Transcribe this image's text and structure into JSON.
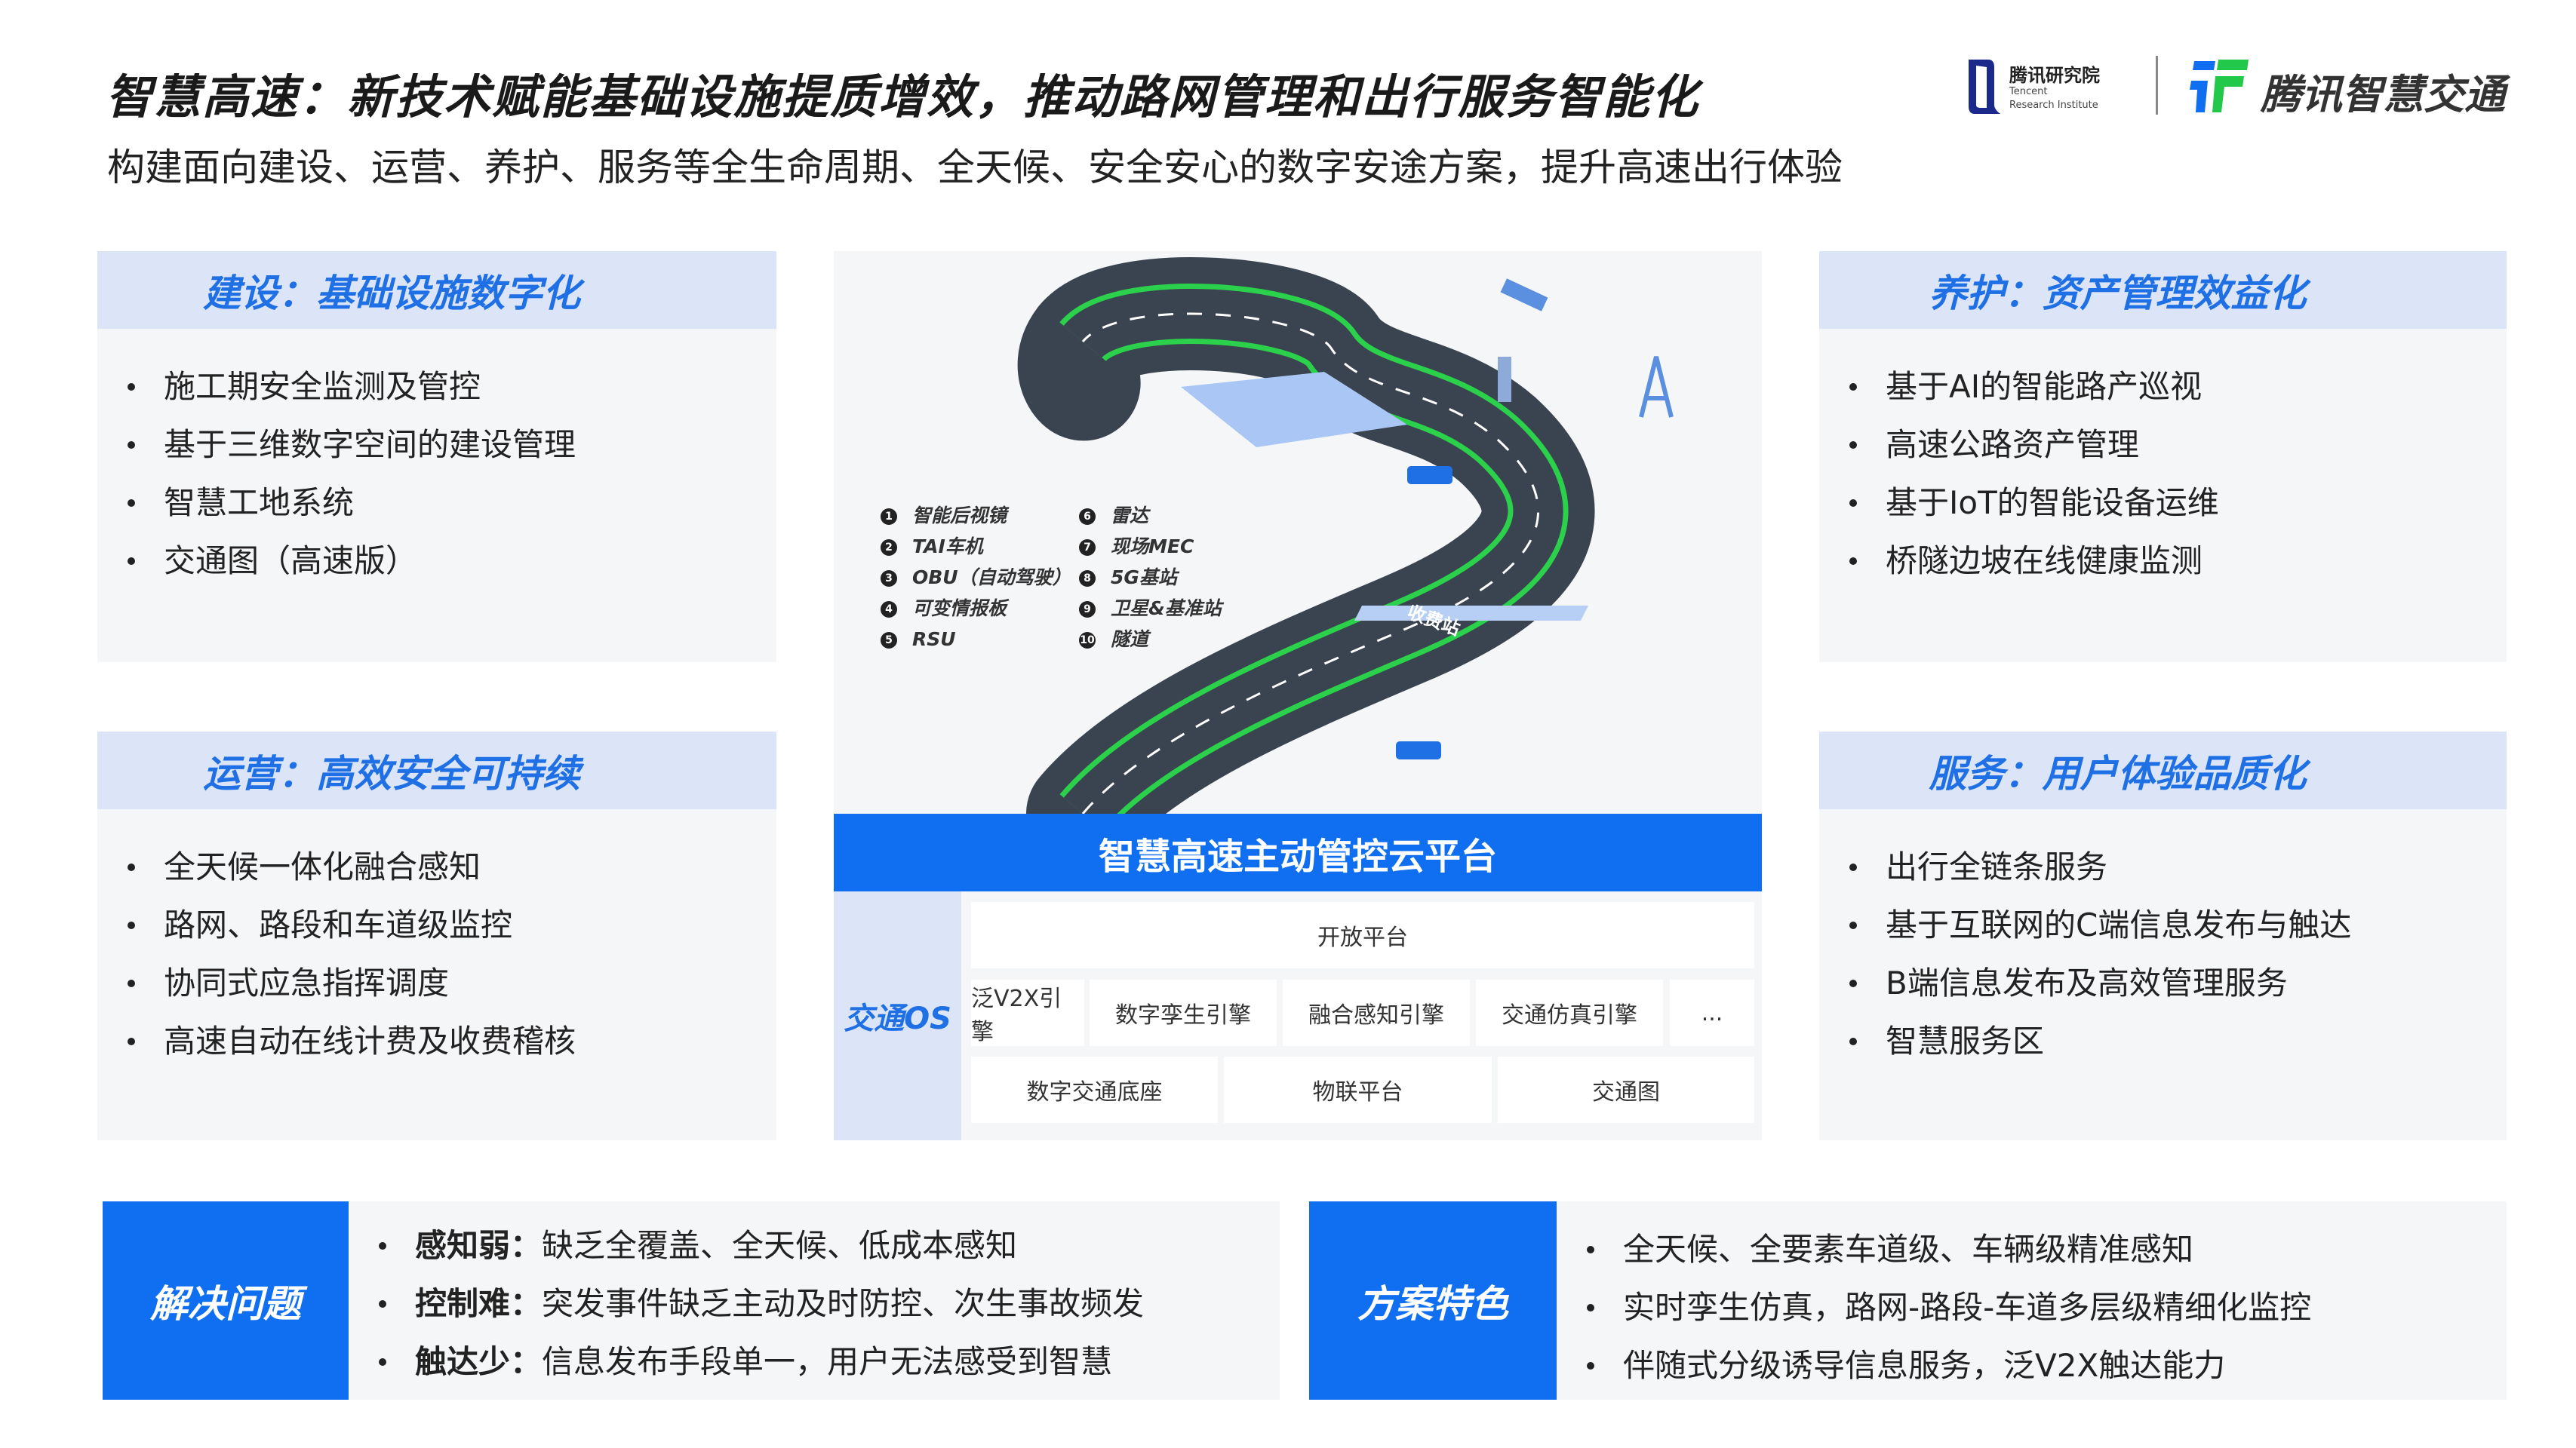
{
  "header": {
    "title": "智慧高速：新技术赋能基础设施提质增效，推动路网管理和出行服务智能化",
    "subtitle": "构建面向建设、运营、养护、服务等全生命周期、全天候、安全安心的数字安途方案，提升高速出行体验",
    "logos": {
      "research_cn": "腾讯研究院",
      "research_en1": "Tencent",
      "research_en2": "Research Institute",
      "traffic": "腾讯智慧交通"
    }
  },
  "panels": {
    "build": {
      "title": "建设：基础设施数字化",
      "items": [
        "施工期安全监测及管控",
        "基于三维数字空间的建设管理",
        "智慧工地系统",
        "交通图（高速版）"
      ]
    },
    "operate": {
      "title": "运营：高效安全可持续",
      "items": [
        "全天候一体化融合感知",
        "路网、路段和车道级监控",
        "协同式应急指挥调度",
        "高速自动在线计费及收费稽核"
      ]
    },
    "maintain": {
      "title": "养护：资产管理效益化",
      "items": [
        "基于AI的智能路产巡视",
        "高速公路资产管理",
        "基于IoT的智能设备运维",
        "桥隧边坡在线健康监测"
      ]
    },
    "service": {
      "title": "服务：用户体验品质化",
      "items": [
        "出行全链条服务",
        "基于互联网的C端信息发布与触达",
        "B端信息发布及高效管理服务",
        "智慧服务区"
      ]
    }
  },
  "illustration": {
    "legend": [
      {
        "n": "1",
        "label": "智能后视镜"
      },
      {
        "n": "2",
        "label": "TAI车机"
      },
      {
        "n": "3",
        "label": "OBU（自动驾驶）"
      },
      {
        "n": "4",
        "label": "可变情报板"
      },
      {
        "n": "5",
        "label": "RSU"
      },
      {
        "n": "6",
        "label": "雷达"
      },
      {
        "n": "7",
        "label": "现场MEC"
      },
      {
        "n": "8",
        "label": "5G基站"
      },
      {
        "n": "9",
        "label": "卫星&基准站"
      },
      {
        "n": "10",
        "label": "隧道"
      }
    ],
    "gantry_text": "收费站"
  },
  "platform": {
    "title": "智慧高速主动管控云平台",
    "os_label": "交通OS",
    "open": "开放平台",
    "engines": [
      "泛V2X引擎",
      "数字孪生引擎",
      "融合感知引擎",
      "交通仿真引擎",
      "..."
    ],
    "base": [
      "数字交通底座",
      "物联平台",
      "交通图"
    ]
  },
  "problems": {
    "label": "解决问题",
    "items": [
      {
        "k": "感知弱：",
        "v": "缺乏全覆盖、全天候、低成本感知"
      },
      {
        "k": "控制难：",
        "v": "突发事件缺乏主动及时防控、次生事故频发"
      },
      {
        "k": "触达少：",
        "v": "信息发布手段单一，用户无法感受到智慧"
      }
    ]
  },
  "features": {
    "label": "方案特色",
    "items": [
      "全天候、全要素车道级、车辆级精准感知",
      "实时孪生仿真，路网-路段-车道多层级精细化监控",
      "伴随式分级诱导信息服务，泛V2X触达能力"
    ]
  },
  "colors": {
    "accent": "#0f6ff0",
    "header_bg": "#dce5f7",
    "panel_bg": "#f5f6f8",
    "lane_green": "#2bd14a"
  }
}
